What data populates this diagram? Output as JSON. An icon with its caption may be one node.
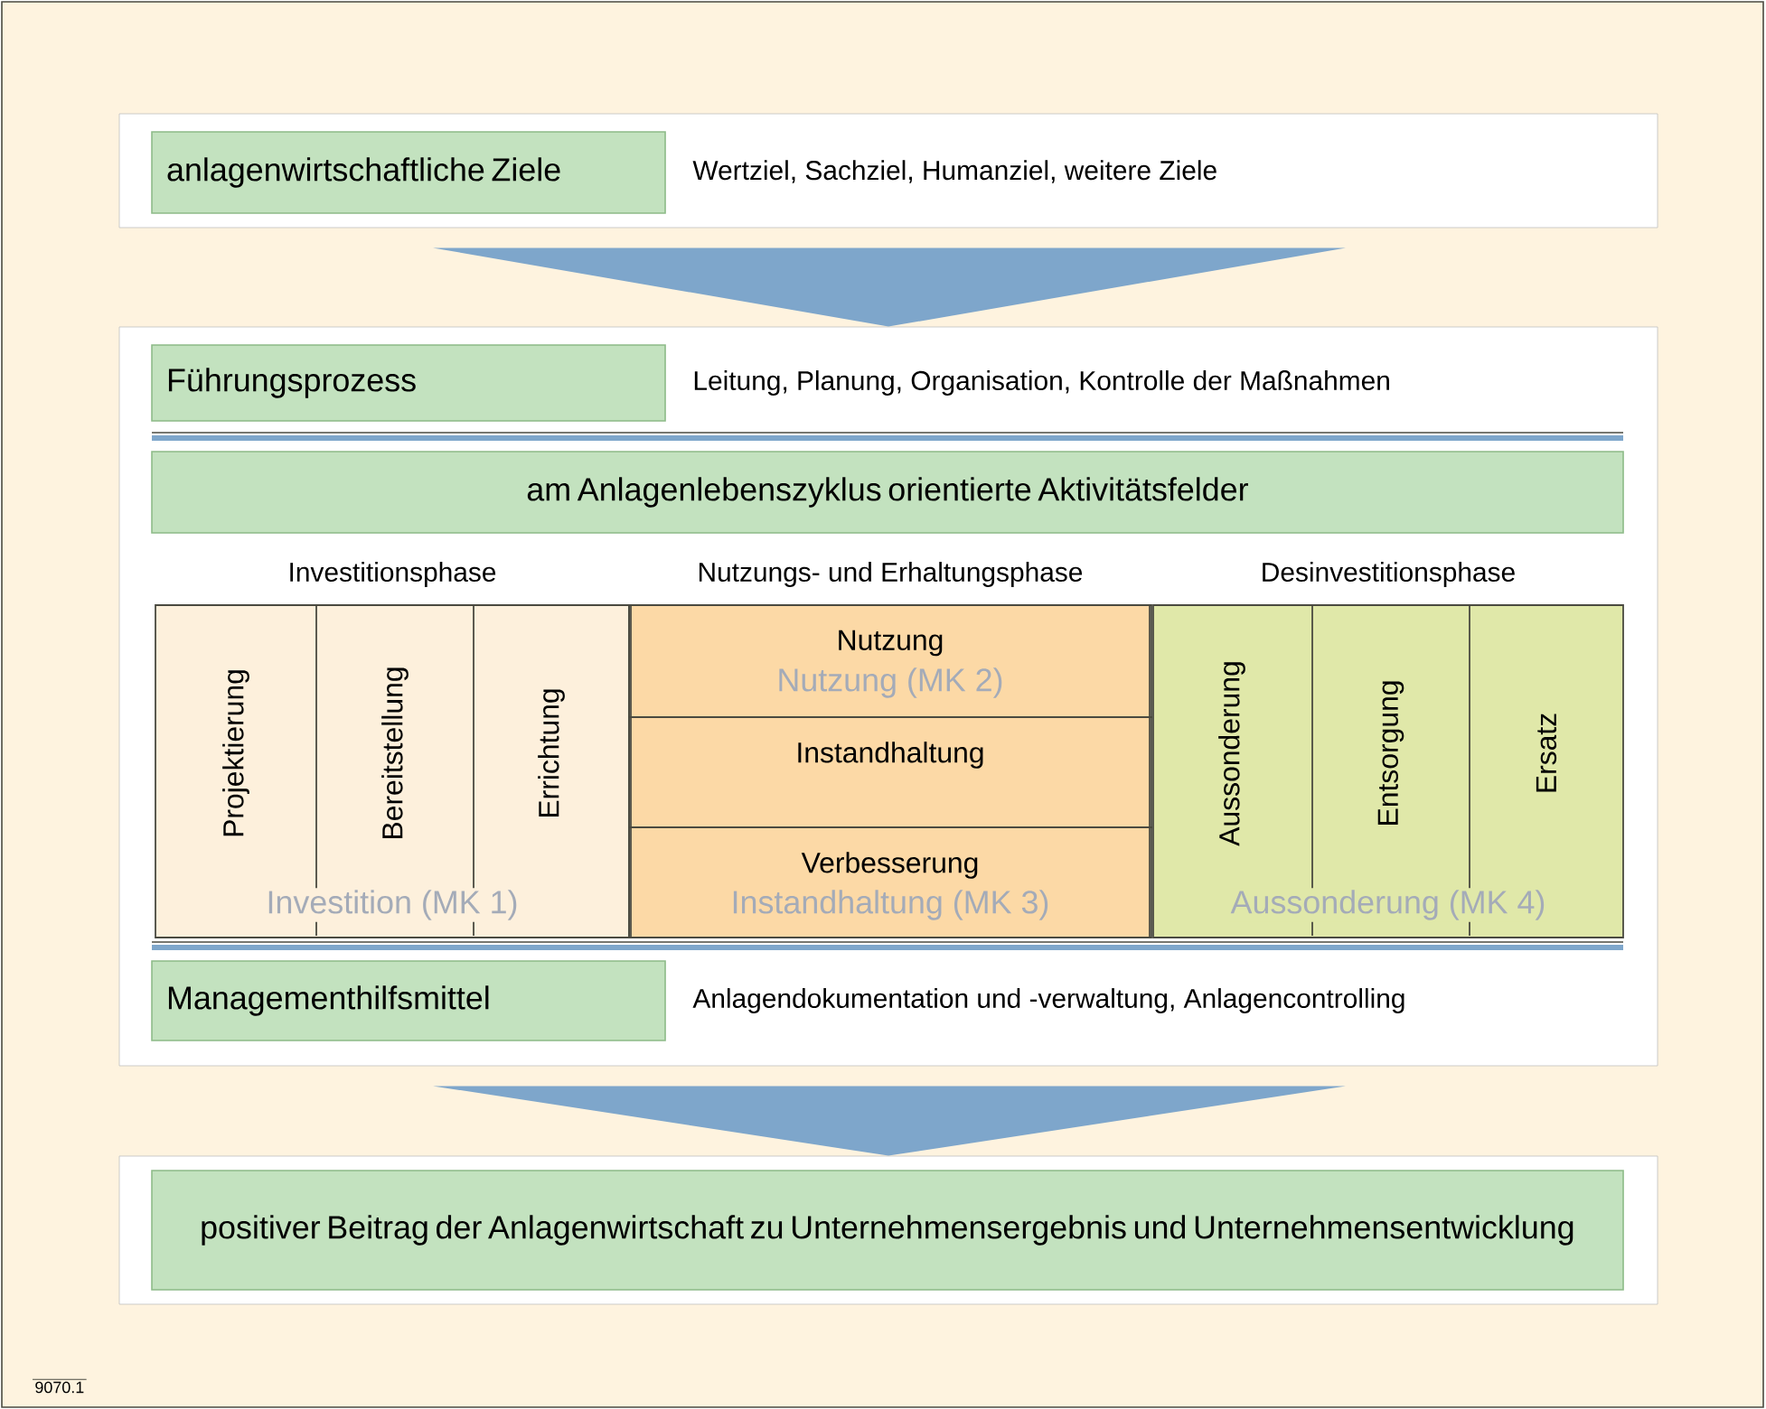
{
  "diagram": {
    "nodes": [
      {
        "text": [],
        "shape": "box"
      },
      {
        "text": [
          "anlagenwirtschaftliche Ziele"
        ],
        "in": 0,
        "beside": [
          "Wertziel, Sachziel, Humanziel, weitere Ziele"
        ]
      },
      {
        "text": [],
        "shape": "box"
      },
      {
        "text": [
          "Führungsprozess"
        ],
        "in": 2,
        "beside": [
          "Leitung, Planung, Organisation, Kontrolle der Maßnahmen"
        ]
      },
      {
        "text": [
          "am Anlagenlebenszyklus orientierte Aktivitätsfelder"
        ],
        "in": 2
      },
      {
        "text": [
          "Investitionsphase",
          "Investition (MK 1)"
        ],
        "in": 2
      },
      {
        "text": [
          "Projektierung"
        ],
        "in": 5
      },
      {
        "text": [
          "Bereitstellung"
        ],
        "in": 5
      },
      {
        "text": [
          "Errichtung"
        ],
        "in": 5
      },
      {
        "text": [
          "Nutzungs- und Erhaltungsphase"
        ],
        "in": 2
      },
      {
        "text": [
          "Nutzung",
          "Nutzung (MK 2)"
        ],
        "in": 9
      },
      {
        "text": [
          "Instandhaltung"
        ],
        "in": 9
      },
      {
        "text": [
          "Verbesserung",
          "Instandhaltung (MK 3)"
        ],
        "in": 9
      },
      {
        "text": [
          "Desinvestitionsphase",
          "Aussonderung (MK 4)"
        ],
        "in": 2
      },
      {
        "text": [
          "Aussonderung"
        ],
        "in": 13
      },
      {
        "text": [
          "Entsorgung"
        ],
        "in": 13
      },
      {
        "text": [
          "Ersatz"
        ],
        "in": 13
      },
      {
        "text": [
          "Managementhilfsmittel"
        ],
        "in": 2,
        "beside": [
          "Anlagendokumentation und -verwaltung, Anlagencontrolling"
        ]
      },
      {
        "text": [],
        "shape": "box"
      },
      {
        "text": [
          "positiver Beitrag der Anlagenwirtschaft zu Unternehmensergebnis und Unternehmensentwicklung"
        ],
        "in": 18
      }
    ],
    "edges": [
      {
        "from": 0,
        "to": 2,
        "arrow": "to"
      },
      {
        "from": 2,
        "to": 18,
        "arrow": "to"
      }
    ],
    "labels": [
      "9070.1"
    ]
  }
}
